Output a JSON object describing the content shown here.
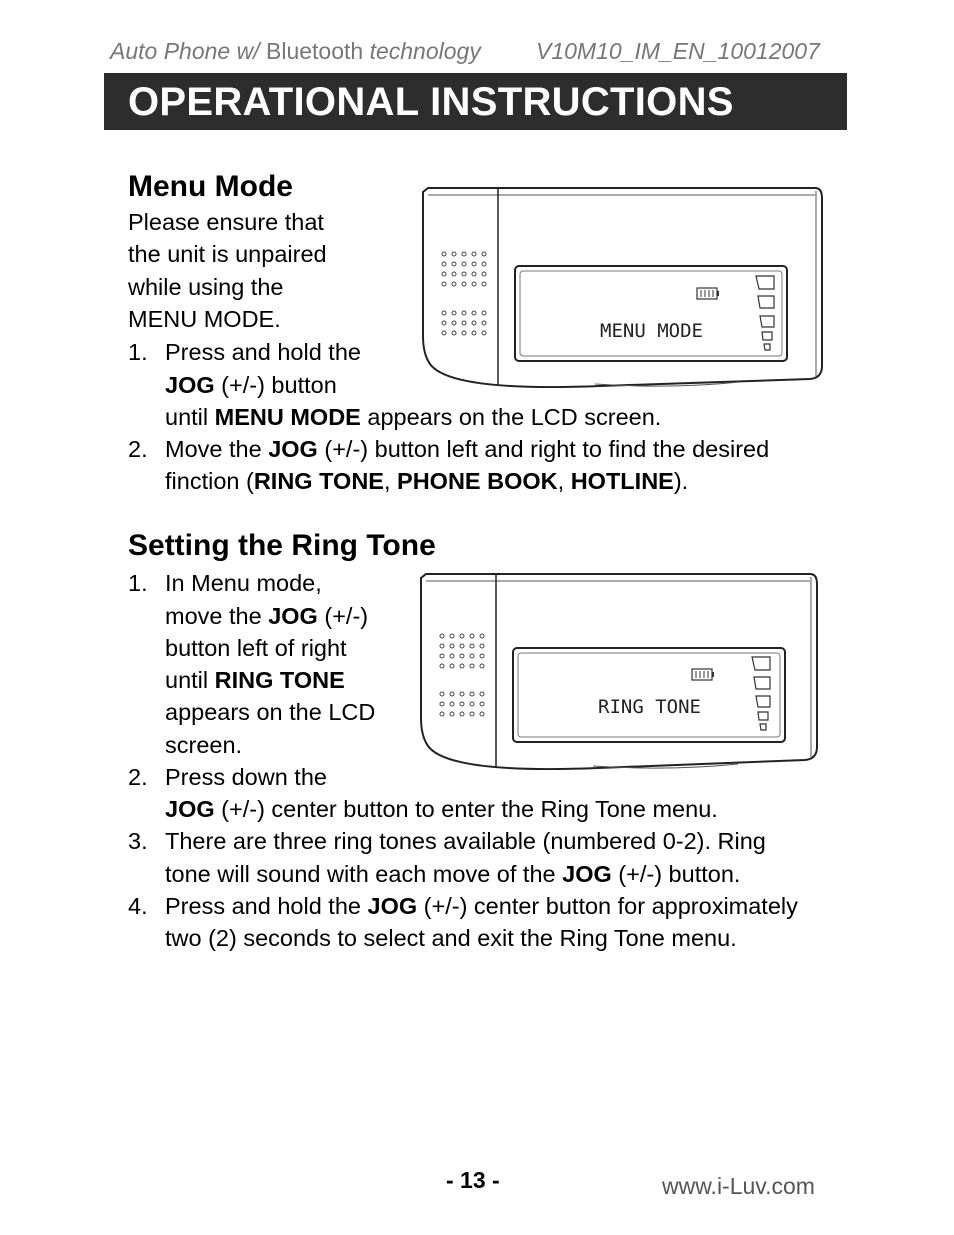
{
  "header": {
    "left_italic": "Auto Phone w/",
    "left_plain": " Bluetooth ",
    "left_italic2": "technology",
    "doc_id": "V10M10_IM_EN_10012007"
  },
  "banner": {
    "title": "OPERATIONAL INSTRUCTIONS"
  },
  "menu_mode": {
    "heading": "Menu Mode",
    "intro_lines": [
      "Please ensure that",
      "the unit is unpaired",
      "while using the",
      "MENU MODE."
    ],
    "step1": {
      "num": "1.",
      "line1": "Press and hold the",
      "line2_bold": "JOG",
      "line2_rest": " (+/-) button",
      "line3_pre": "until ",
      "line3_bold": "MENU MODE",
      "line3_post": " appears on the LCD screen."
    },
    "step2": {
      "num": "2.",
      "line1_pre": "Move the ",
      "line1_bold": "JOG",
      "line1_post": " (+/-) button left and right to find the desired",
      "line2_pre": "finction (",
      "opt1": "RING TONE",
      "sep1": ", ",
      "opt2": "PHONE BOOK",
      "sep2": ", ",
      "opt3": "HOTLINE",
      "line2_post": ")."
    },
    "lcd_text": "MENU MODE"
  },
  "ring_tone": {
    "heading": "Setting the Ring Tone",
    "step1": {
      "num": "1.",
      "line1": "In Menu mode,",
      "line2_pre": "move the ",
      "line2_bold": "JOG",
      "line2_post": " (+/-)",
      "line3": "button left of right",
      "line4_pre": "until ",
      "line4_bold": "RING TONE",
      "line5": "appears on the LCD",
      "line6": "screen."
    },
    "step2": {
      "num": "2.",
      "line1": "Press down the",
      "line2_bold": "JOG",
      "line2_rest": " (+/-) center button to enter the Ring Tone menu."
    },
    "step3": {
      "num": "3.",
      "line1": "There are three ring tones available (numbered 0-2). Ring",
      "line2_pre": "tone will sound with each move of the ",
      "line2_bold": "JOG",
      "line2_post": " (+/-) button."
    },
    "step4": {
      "num": "4.",
      "line1_pre": "Press and hold the ",
      "line1_bold": "JOG",
      "line1_post": " (+/-) center button for approximately",
      "line2": "two (2) seconds to select and exit the Ring Tone menu."
    },
    "lcd_text": "RING TONE"
  },
  "footer": {
    "page": "- 13 -",
    "url": "www.i-Luv.com"
  }
}
